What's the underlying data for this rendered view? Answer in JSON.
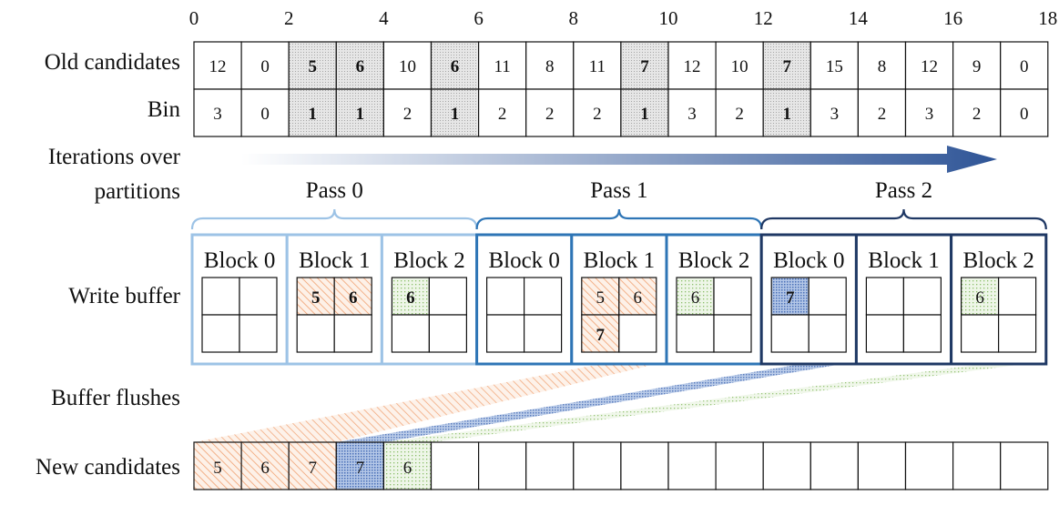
{
  "axis_ticks": [
    "0",
    "2",
    "4",
    "6",
    "8",
    "10",
    "12",
    "14",
    "16",
    "18"
  ],
  "labels": {
    "old_candidates": "Old candidates",
    "bin": "Bin",
    "iterations_line1": "Iterations over",
    "iterations_line2": "partitions",
    "write_buffer": "Write buffer",
    "buffer_flushes": "Buffer flushes",
    "new_candidates": "New candidates"
  },
  "old_candidates": [
    "12",
    "0",
    "5",
    "6",
    "10",
    "6",
    "11",
    "8",
    "11",
    "7",
    "12",
    "10",
    "7",
    "15",
    "8",
    "12",
    "9",
    "0"
  ],
  "bins": [
    "3",
    "0",
    "1",
    "1",
    "2",
    "1",
    "2",
    "2",
    "2",
    "1",
    "3",
    "2",
    "1",
    "3",
    "2",
    "3",
    "2",
    "0"
  ],
  "highlight_indices": [
    2,
    3,
    5,
    9,
    12
  ],
  "passes": [
    "Pass 0",
    "Pass 1",
    "Pass 2"
  ],
  "colors": {
    "pass0": "#9dc3e6",
    "pass1": "#2e75b6",
    "pass2": "#1f3864",
    "block0_fill": "#8faadc",
    "block1_fill": "#f4b183",
    "block2_fill": "#a9d18e",
    "highlight_fill": "#d9d9d9",
    "arrow_start": "#ffffff",
    "arrow_end": "#2f5597"
  },
  "blocks": [
    {
      "label": "Block 0",
      "pass": 0,
      "cells": [
        {
          "v": "",
          "f": ""
        },
        {
          "v": "",
          "f": ""
        },
        {
          "v": "",
          "f": ""
        },
        {
          "v": "",
          "f": ""
        }
      ]
    },
    {
      "label": "Block 1",
      "pass": 0,
      "cells": [
        {
          "v": "5",
          "f": "block1",
          "b": true
        },
        {
          "v": "6",
          "f": "block1",
          "b": true
        },
        {
          "v": "",
          "f": ""
        },
        {
          "v": "",
          "f": ""
        }
      ]
    },
    {
      "label": "Block 2",
      "pass": 0,
      "cells": [
        {
          "v": "6",
          "f": "block2",
          "b": true
        },
        {
          "v": "",
          "f": ""
        },
        {
          "v": "",
          "f": ""
        },
        {
          "v": "",
          "f": ""
        }
      ]
    },
    {
      "label": "Block 0",
      "pass": 1,
      "cells": [
        {
          "v": "",
          "f": ""
        },
        {
          "v": "",
          "f": ""
        },
        {
          "v": "",
          "f": ""
        },
        {
          "v": "",
          "f": ""
        }
      ]
    },
    {
      "label": "Block 1",
      "pass": 1,
      "cells": [
        {
          "v": "5",
          "f": "block1"
        },
        {
          "v": "6",
          "f": "block1"
        },
        {
          "v": "7",
          "f": "block1",
          "b": true
        },
        {
          "v": "",
          "f": ""
        }
      ]
    },
    {
      "label": "Block 2",
      "pass": 1,
      "cells": [
        {
          "v": "6",
          "f": "block2"
        },
        {
          "v": "",
          "f": ""
        },
        {
          "v": "",
          "f": ""
        },
        {
          "v": "",
          "f": ""
        }
      ]
    },
    {
      "label": "Block 0",
      "pass": 2,
      "cells": [
        {
          "v": "7",
          "f": "block0",
          "b": true
        },
        {
          "v": "",
          "f": ""
        },
        {
          "v": "",
          "f": ""
        },
        {
          "v": "",
          "f": ""
        }
      ]
    },
    {
      "label": "Block 1",
      "pass": 2,
      "cells": [
        {
          "v": "",
          "f": ""
        },
        {
          "v": "",
          "f": ""
        },
        {
          "v": "",
          "f": ""
        },
        {
          "v": "",
          "f": ""
        }
      ]
    },
    {
      "label": "Block 2",
      "pass": 2,
      "cells": [
        {
          "v": "6",
          "f": "block2"
        },
        {
          "v": "",
          "f": ""
        },
        {
          "v": "",
          "f": ""
        },
        {
          "v": "",
          "f": ""
        }
      ]
    }
  ],
  "new_candidates": [
    {
      "v": "5",
      "f": "block1"
    },
    {
      "v": "6",
      "f": "block1"
    },
    {
      "v": "7",
      "f": "block1"
    },
    {
      "v": "7",
      "f": "block0"
    },
    {
      "v": "6",
      "f": "block2"
    },
    {
      "v": "",
      "f": ""
    },
    {
      "v": "",
      "f": ""
    },
    {
      "v": "",
      "f": ""
    },
    {
      "v": "",
      "f": ""
    },
    {
      "v": "",
      "f": ""
    },
    {
      "v": "",
      "f": ""
    },
    {
      "v": "",
      "f": ""
    },
    {
      "v": "",
      "f": ""
    },
    {
      "v": "",
      "f": ""
    },
    {
      "v": "",
      "f": ""
    },
    {
      "v": "",
      "f": ""
    },
    {
      "v": "",
      "f": ""
    },
    {
      "v": "",
      "f": ""
    }
  ]
}
